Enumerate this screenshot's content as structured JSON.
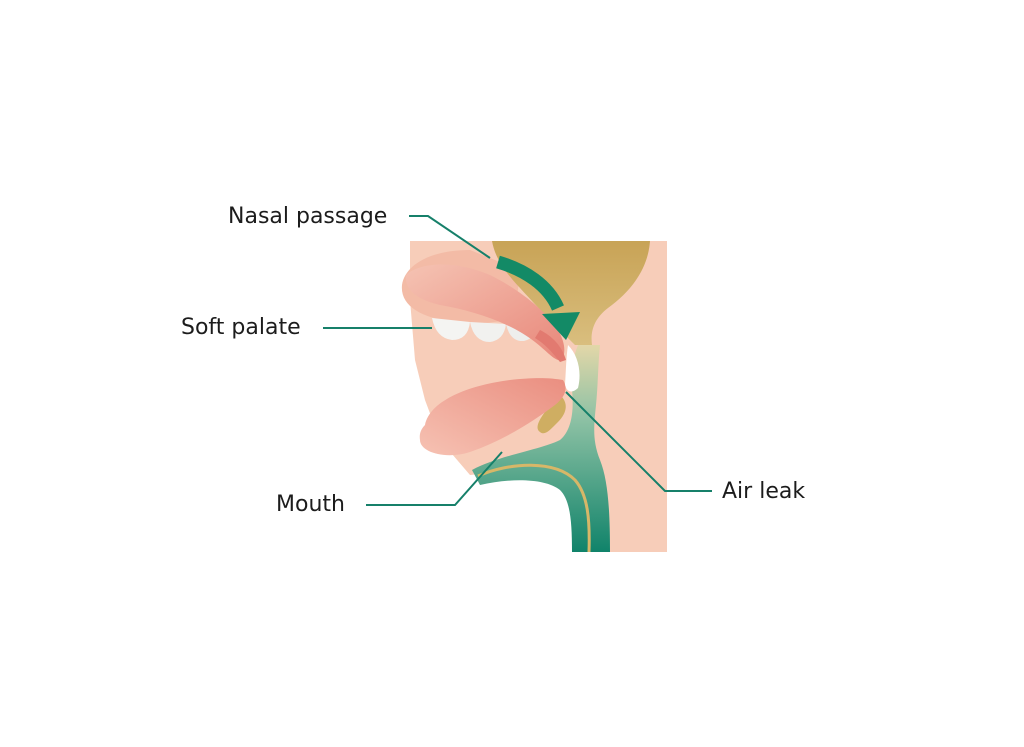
{
  "labels": {
    "nasal_passage": "Nasal passage",
    "soft_palate": "Soft palate",
    "mouth": "Mouth",
    "air_leak": "Air leak"
  },
  "colors": {
    "skin": "#f7cdb9",
    "skin_dark": "#f2b9a3",
    "lip": "#f0a796",
    "lip_deep": "#e9897b",
    "nasal_gold": "#c9a659",
    "throat_green": "#1a8a6a",
    "arrow_green": "#138a66",
    "leader_line": "#16806a",
    "teeth": "#f4f4f2"
  },
  "icons": {
    "airflow_arrow": "curved-arrow-down-icon"
  }
}
